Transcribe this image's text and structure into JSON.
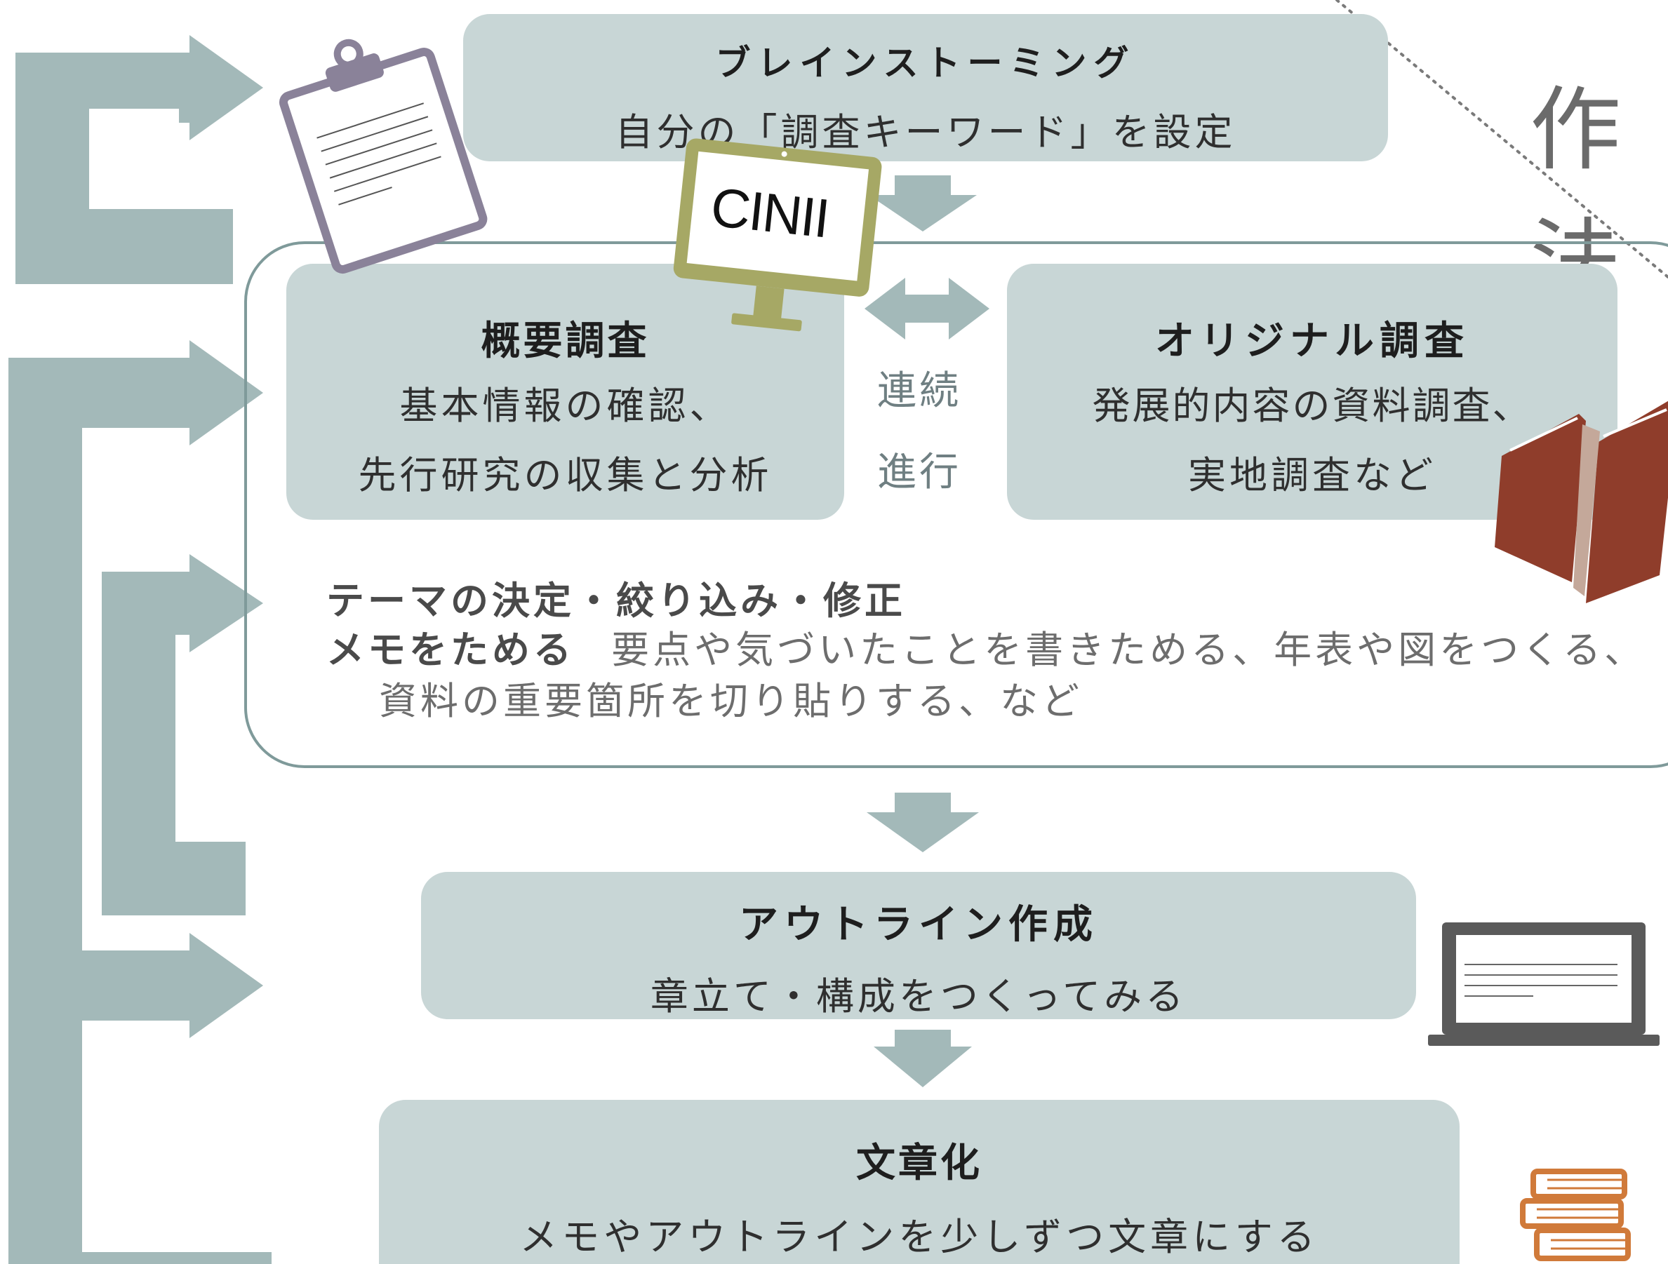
{
  "side_title": "作法",
  "brainstorm": {
    "title": "ブレインストーミング",
    "subtitle": "自分の「調査キーワード」を設定"
  },
  "monitor_label": "CINII",
  "overview": {
    "title": "概要調査",
    "line1": "基本情報の確認、",
    "line2": "先行研究の収集と分析"
  },
  "link": {
    "line1": "連続",
    "line2": "進行"
  },
  "original": {
    "title": "オリジナル調査",
    "line1": "発展的内容の資料調査、",
    "line2": "実地調査など"
  },
  "theme_line": "テーマの決定・絞り込み・修正",
  "memo": {
    "heading": "メモをためる",
    "text1": "要点や気づいたことを書きためる、年表や図をつくる、",
    "text2": "資料の重要箇所を切り貼りする、など"
  },
  "outline": {
    "title": "アウトライン作成",
    "subtitle": "章立て・構成をつくってみる"
  },
  "writing": {
    "title": "文章化",
    "subtitle": "メモやアウトラインを少しずつ文章にする"
  },
  "colors": {
    "box_fill": "#c8d6d6",
    "arrow": "#a3b9b9",
    "container_border": "#7f9a9a",
    "clipboard": "#8a8299",
    "monitor": "#a6a865",
    "book": "#8f3d2b",
    "laptop": "#5a5a5a",
    "books_stack": "#d07a3a"
  }
}
